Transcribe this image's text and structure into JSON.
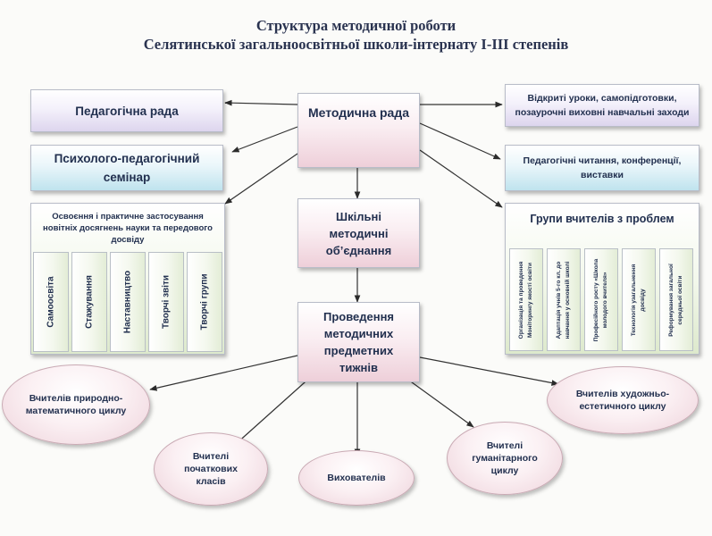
{
  "title": {
    "line1": "Структура методичної роботи",
    "line2": "Селятинської загальноосвітньої школи-інтернату І-ІІІ степенів"
  },
  "center": {
    "council": "Методична рада",
    "associations": "Шкільні методичні об’єднання",
    "weeks": "Проведення методичних предметних тижнів"
  },
  "left": {
    "ped_council": "Педагогічна рада",
    "seminar": "Психолого-педагогічний семінар",
    "panel_title": "Освоєння і практичне застосування новітніх досягнень науки та передового досвіду",
    "columns": [
      "Самоосвіта",
      "Стажування",
      "Наставництво",
      "Творчі звіти",
      "Творчі групи"
    ]
  },
  "right": {
    "open_lessons": "Відкриті уроки, самопідготовки, позаурочні виховні навчальні заходи",
    "readings": "Педагогічні читання, конференції, виставки",
    "panel_title": "Групи вчителів з проблем",
    "columns": [
      [
        "Організація та проведення",
        "Моніторингу якості освіти"
      ],
      [
        "Адаптація учнів 5-го кл. до",
        "навчання у основній школі"
      ],
      [
        "Професійного росту «Школа",
        "молодого вчителя»"
      ],
      [
        "Технологія узагальнення",
        "досвіду"
      ],
      [
        "Реформування загальної",
        "середньої освіти"
      ]
    ]
  },
  "groups": {
    "science": "Вчителів природно-математичного циклу",
    "primary": "Вчителі початкових класів",
    "educators": "Вихователів",
    "humanities": "Вчителі гуманітарного циклу",
    "arts": "Вчителів художньо-естетичного циклу"
  }
}
